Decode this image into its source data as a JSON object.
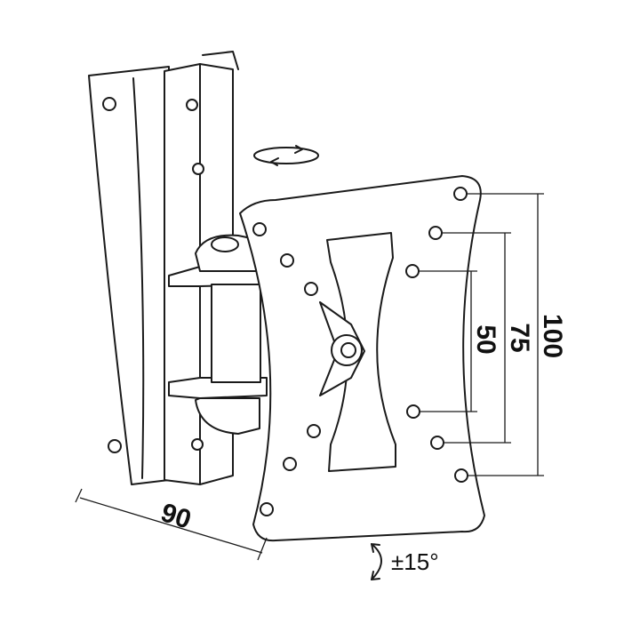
{
  "diagram": {
    "dimensions": {
      "depth": "90",
      "vesa_100": "100",
      "vesa_75": "75",
      "vesa_50": "50"
    },
    "tilt_label": "±15°",
    "line_color": "#1a1a1a"
  }
}
